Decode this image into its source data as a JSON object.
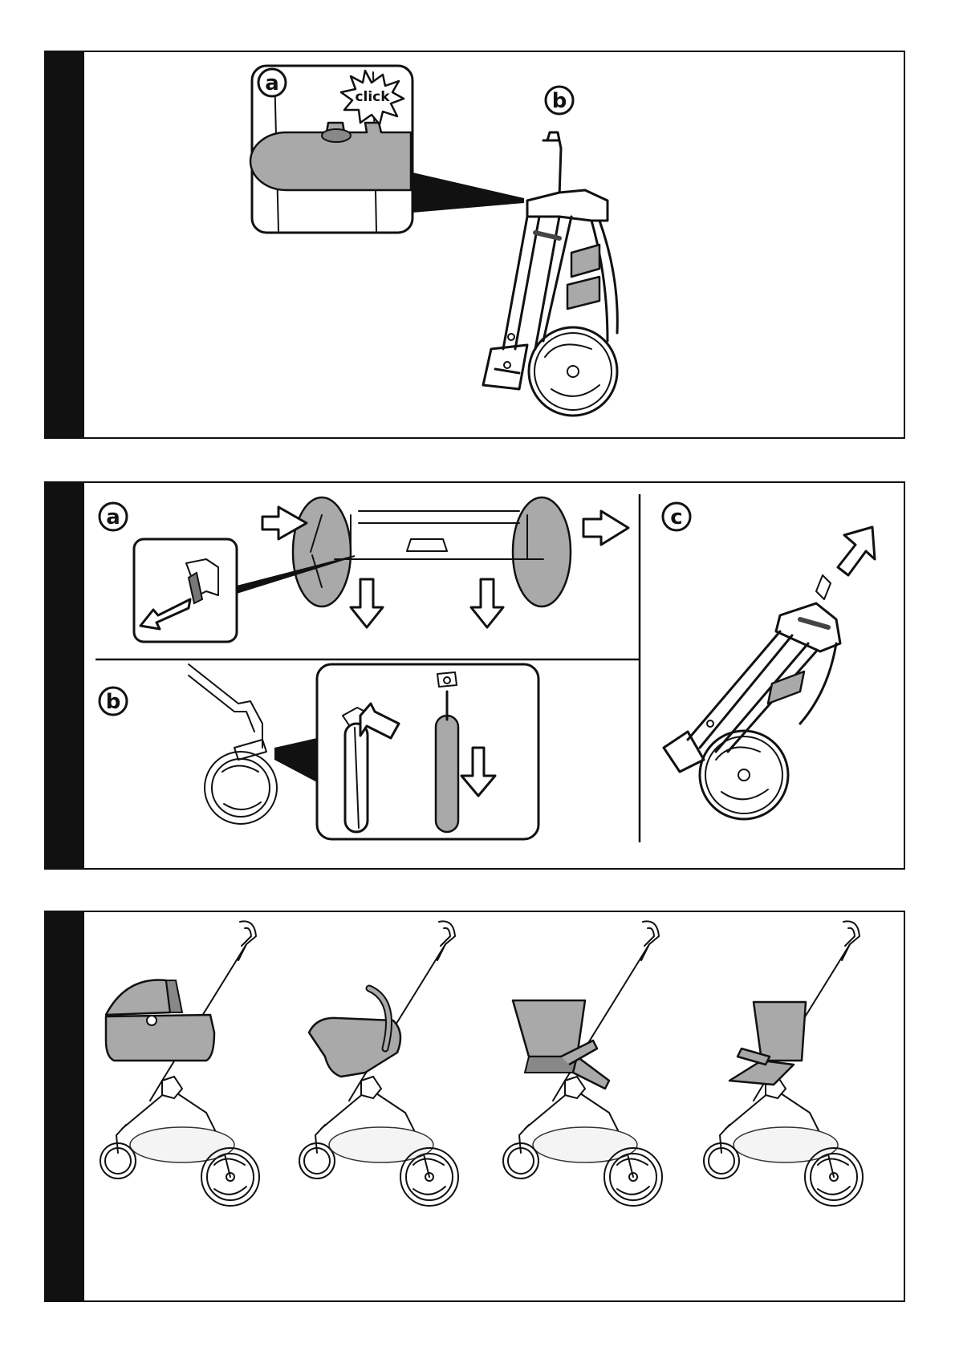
{
  "panels": {
    "fold": {
      "label_a": "a",
      "label_b": "b",
      "click_text": "click"
    },
    "wheels": {
      "label_a": "a",
      "label_b": "b",
      "label_c": "c"
    },
    "configurations": {}
  },
  "colors": {
    "ink": "#111111",
    "fill_grey": "#a9a9a9",
    "paper": "#ffffff"
  }
}
